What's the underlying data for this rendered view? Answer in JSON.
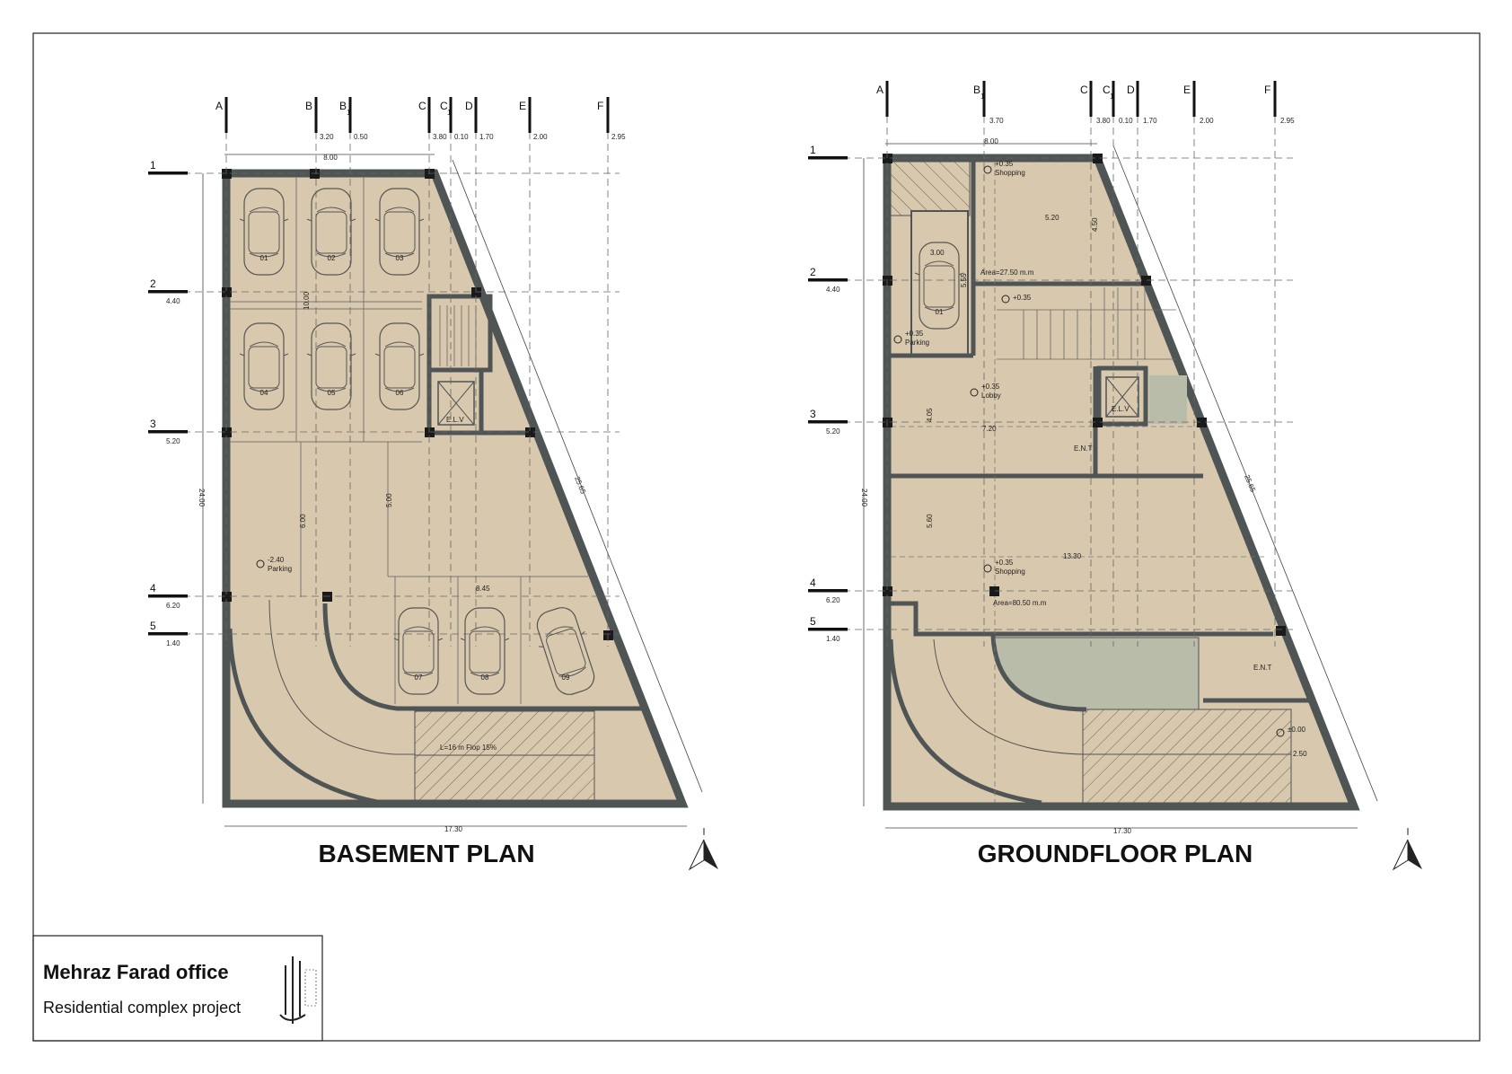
{
  "sheet": {
    "office_name": "Mehraz Farad office",
    "project_name": "Residential complex project"
  },
  "basement": {
    "title": "BASEMENT PLAN",
    "col_letters": [
      "A",
      "B",
      "B",
      "C",
      "C",
      "D",
      "E",
      "F"
    ],
    "col_subs": [
      "1",
      "1"
    ],
    "col_dims": [
      "3.20",
      "0.50",
      "3.80",
      "0.10",
      "1.70",
      "2.00",
      "2.95"
    ],
    "top_width": "8.00",
    "row_numbers": [
      "1",
      "2",
      "3",
      "4",
      "5"
    ],
    "row_dims": [
      "4.40",
      "5.20",
      "6.20",
      "1.40"
    ],
    "total_height": "24.00",
    "total_width": "17.30",
    "diagonal": "25.65",
    "car_numbers": [
      "01",
      "02",
      "03",
      "04",
      "05",
      "06",
      "07",
      "08",
      "09"
    ],
    "elevator": "E.L.V",
    "level": "-2.40",
    "parking": "Parking",
    "ramp": "L=16 m   Flop 15%",
    "inner_dims": [
      "10.00",
      "6.00",
      "5.00",
      "8.45"
    ]
  },
  "ground": {
    "title": "GROUNDFLOOR PLAN",
    "col_letters": [
      "A",
      "B",
      "C",
      "C",
      "D",
      "E",
      "F"
    ],
    "col_subs": [
      "1",
      "1"
    ],
    "col_dims": [
      "3.70",
      "3.80",
      "0.10",
      "1.70",
      "2.00",
      "2.95"
    ],
    "top_width": "8.00",
    "row_numbers": [
      "1",
      "2",
      "3",
      "4",
      "5"
    ],
    "row_dims": [
      "4.40",
      "5.20",
      "6.20",
      "1.40"
    ],
    "total_height": "24.00",
    "total_width": "17.30",
    "diagonal": "25.65",
    "car_number": "01",
    "elevator": "E.L.V",
    "ent": "E.N.T",
    "level_plus": "+0.35",
    "level_zero": "±0.00",
    "shopping": "Shopping",
    "parking": "Parking",
    "lobby": "Lobby",
    "area1": "Area=27.50 m.m",
    "area2": "Area=80.50 m.m",
    "inner_dims": [
      "5.20",
      "4.50",
      "3.00",
      "5.55",
      "7.20",
      "4.05",
      "5.60",
      "13.30",
      "2.50"
    ]
  },
  "colors": {
    "floor": "#d8c9ae",
    "wall": "#4f5455",
    "ramp_green": "#b9bca9",
    "dark": "#1a1a1a"
  },
  "icons": [
    "north-arrow-icon",
    "office-logo-icon",
    "car-icon",
    "column-icon"
  ]
}
